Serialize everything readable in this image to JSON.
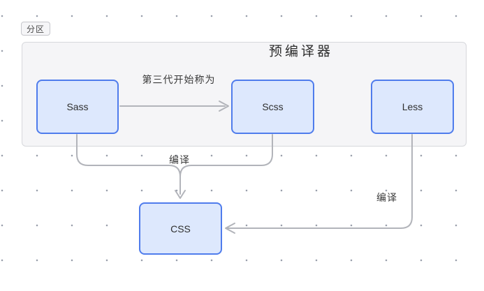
{
  "partition_badge": {
    "label": "分区"
  },
  "container": {
    "title": "预编译器"
  },
  "nodes": {
    "sass": {
      "label": "Sass"
    },
    "scss": {
      "label": "Scss"
    },
    "less": {
      "label": "Less"
    },
    "css": {
      "label": "CSS"
    }
  },
  "edges": {
    "sass_to_scss": {
      "from": "Sass",
      "to": "Scss",
      "label": "第三代开始称为"
    },
    "sass_scss_to_css": {
      "from": "Sass, Scss",
      "to": "CSS",
      "label": "编译"
    },
    "less_to_css": {
      "from": "Less",
      "to": "CSS",
      "label": "编译"
    }
  },
  "colors": {
    "node_fill": "#dde8fd",
    "node_border": "#4f7cec",
    "container_fill": "#f5f5f7",
    "container_border": "#d7d8dc",
    "edge_stroke": "#b2b4ba",
    "grid_dot": "#9aa0ac",
    "canvas_bg": "#ffffff"
  }
}
